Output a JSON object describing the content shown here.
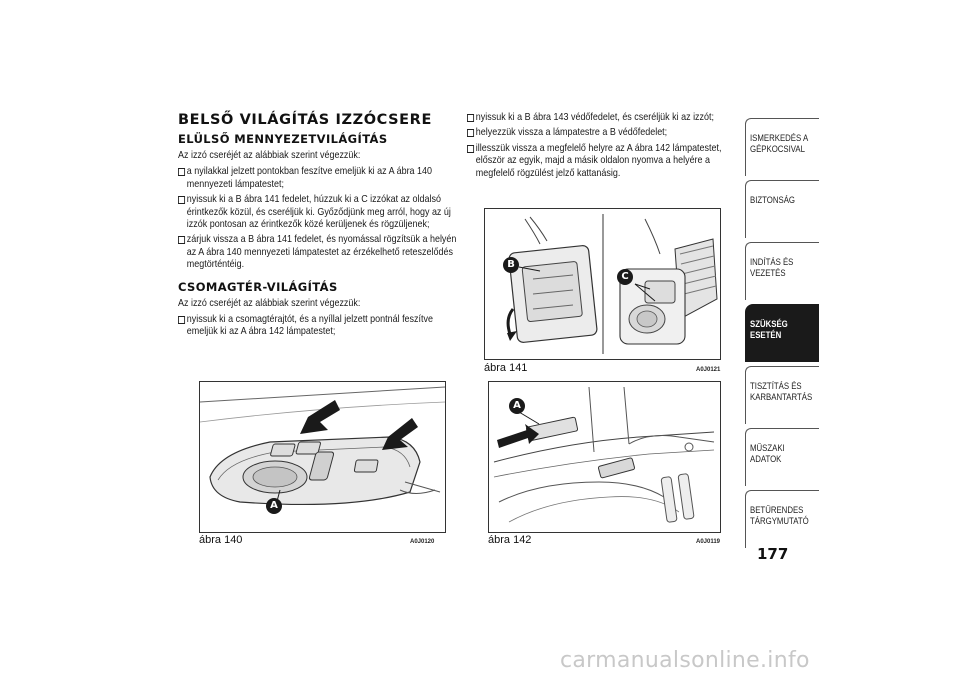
{
  "left": {
    "title": "BELSŐ VILÁGÍTÁS IZZÓCSERE",
    "section1_title": "ELÜLSŐ MENNYEZETVILÁGÍTÁS",
    "section1_intro": "Az izzó cseréjét az alábbiak szerint végezzük:",
    "section1_steps": [
      "a nyilakkal jelzett pontokban feszítve emeljük ki az A ábra 140 mennyezeti lámpatestet;",
      "nyissuk ki a B ábra 141 fedelet, húzzuk ki a C izzókat az oldalsó érintkezők közül, és cseréljük ki. Győződjünk meg arról, hogy az új izzók pontosan az érintkezők közé kerüljenek és rögzüljenek;",
      "zárjuk vissza a B ábra 141 fedelet, és nyomással rögzítsük a helyén az A ábra 140 mennyezeti lámpatestet az érzékelhető reteszelődés megtörténtéig."
    ],
    "section2_title": "CSOMAGTÉR-VILÁGÍTÁS",
    "section2_intro": "Az izzó cseréjét az alábbiak szerint végezzük:",
    "section2_steps": [
      "nyissuk ki a csomagtérajtót, és a nyíllal jelzett pontnál feszítve emeljük ki az A ábra 142 lámpatestet;"
    ]
  },
  "right": {
    "steps": [
      "nyissuk ki a B ábra 143 védőfedelet, és cseréljük ki az izzót;",
      "helyezzük vissza a lámpatestre a B védőfedelet;",
      "illesszük vissza a megfelelő helyre az A ábra 142 lámpatestet, először az egyik, majd a másik oldalon nyomva a helyére a megfelelő rögzülést jelző kattanásig."
    ]
  },
  "figures": {
    "f140": {
      "caption": "ábra 140",
      "code": "A0J0120",
      "label": "A"
    },
    "f141": {
      "caption": "ábra 141",
      "code": "A0J0121",
      "label_b": "B",
      "label_c": "C"
    },
    "f142": {
      "caption": "ábra 142",
      "code": "A0J0119",
      "label": "A"
    }
  },
  "tabs": [
    {
      "label": "ISMERKEDÉS A GÉPKOCSIVAL",
      "active": false
    },
    {
      "label": "BIZTONSÁG",
      "active": false
    },
    {
      "label": "INDÍTÁS ÉS VEZETÉS",
      "active": false
    },
    {
      "label": "SZÜKSÉG ESETÉN",
      "active": true
    },
    {
      "label": "TISZTÍTÁS ÉS KARBANTARTÁS",
      "active": false
    },
    {
      "label": "MŰSZAKI ADATOK",
      "active": false
    },
    {
      "label": "BETŰRENDES TÁRGYMUTATÓ",
      "active": false
    }
  ],
  "page_number": "177",
  "watermark": "carmanualsonline.info"
}
